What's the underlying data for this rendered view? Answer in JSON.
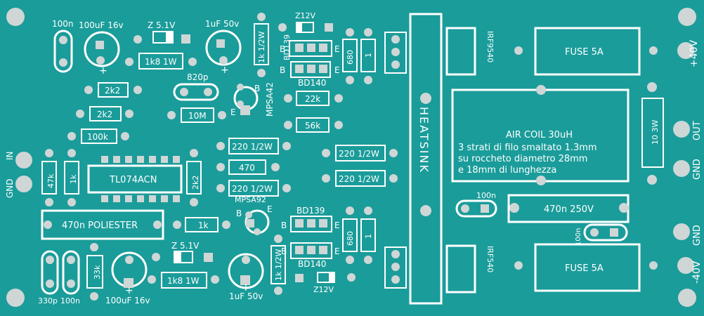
{
  "board": {
    "bg_color": "#1a9c9a",
    "silk_color": "#ffffff",
    "pad_color": "#cfd6d6"
  },
  "labels": {
    "c100n_top": "100n",
    "c100uf_top": "100uF 16v",
    "z51_top": "Z 5.1V",
    "c1uf_top": "1uF 50v",
    "r1k8_top": "1k8 1W",
    "r1k_half_top": "1k 1/2W",
    "z12_top": "Z12V",
    "bd139_top": "BD139",
    "bd140_top": "BD140",
    "r680_top": "680",
    "r1_top": "1",
    "irf9540": "IRF9540",
    "fuse_top": "FUSE 5A",
    "plus40": "+40V",
    "r2k2_a": "2k2",
    "c820p": "820p",
    "mpsa42": "MPSA42",
    "r2k2_b": "2k2",
    "r10m": "10M",
    "r22k": "22k",
    "r56k": "56k",
    "r100k": "100k",
    "r220_1": "220 1/2W",
    "r470": "470",
    "r220_2": "220 1/2W",
    "r220_3": "220 1/2W",
    "r220_4": "220 1/2W",
    "heatsink": "HEATSINK",
    "coil_title": "AIR COIL 30uH",
    "coil_line1": "3 strati di filo smaltato 1.3mm",
    "coil_line2": "su roccheto diametro 28mm",
    "coil_line3": "e 18mm di lunghezza",
    "r103w": "10 3W",
    "out": "OUT",
    "gnd_out": "GND",
    "in": "IN",
    "gnd_in": "GND",
    "r47k": "47k",
    "r1k_v": "1k",
    "tl074": "TL074ACN",
    "r2k2_v": "2k2",
    "mpsa92": "MPSA92",
    "b_letter": "B",
    "e_letter": "E",
    "c470n_pol": "470n POLIESTER",
    "r1k_h": "1k",
    "c100n_mid": "100n",
    "c470n_250": "470n 250V",
    "c100n_v": "100n",
    "gnd_bot": "GND",
    "minus40": "-40V",
    "bd139_bot": "BD139",
    "bd140_bot": "BD140",
    "r680_bot": "680",
    "r1_bot": "1",
    "irf540": "IRF540",
    "fuse_bot": "FUSE 5A",
    "z51_bot": "Z 5.1V",
    "r1k8_bot": "1k8 1W",
    "r33k": "33k",
    "c330p": "330p",
    "c100n_bot": "100n",
    "c100uf_bot": "100uF 16v",
    "c1uf_bot": "1uF 50v",
    "r1k_half_bot": "1k 1/2W",
    "z12_bot": "Z12V"
  }
}
